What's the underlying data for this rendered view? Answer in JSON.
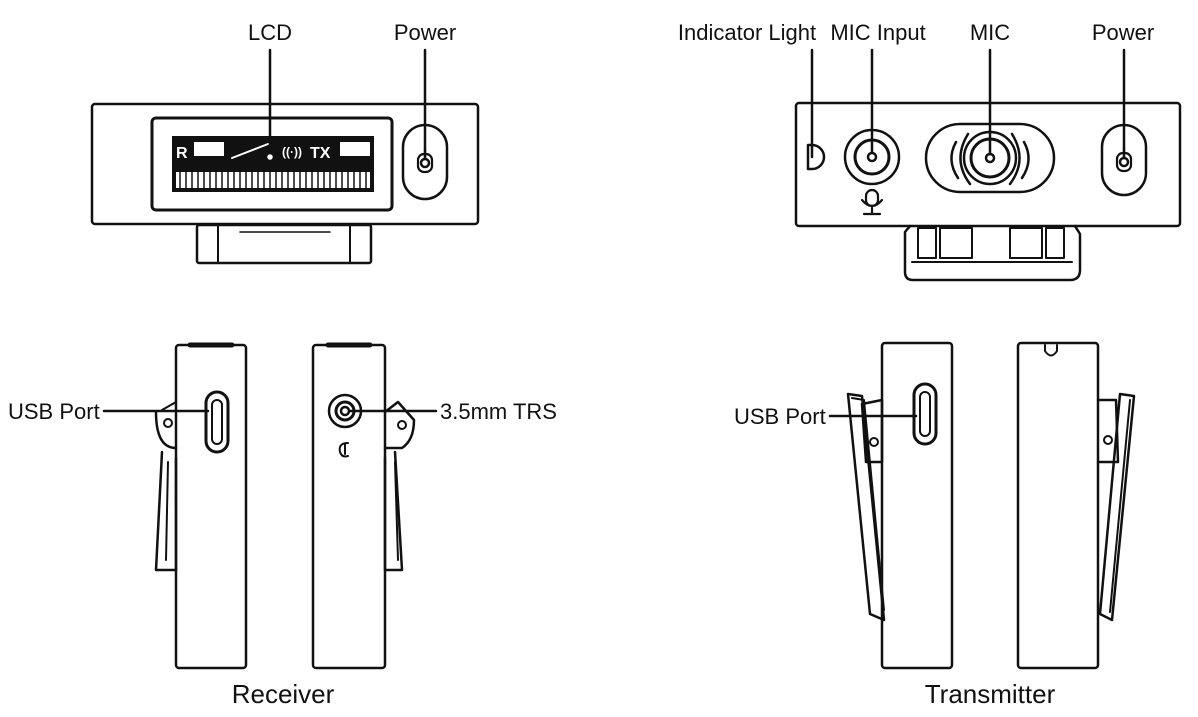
{
  "labels": {
    "lcd": "LCD",
    "rx_power": "Power",
    "indicator_light": "Indicator Light",
    "mic_input": "MIC Input",
    "mic": "MIC",
    "tx_power": "Power",
    "rx_usb_port": "USB Port",
    "trs": "3.5mm TRS",
    "tx_usb_port": "USB Port"
  },
  "captions": {
    "receiver": "Receiver",
    "transmitter": "Transmitter"
  },
  "lcd_screen": {
    "left_channel": "R",
    "right_channel": "TX"
  },
  "colors": {
    "line": "#111111",
    "background": "#ffffff"
  },
  "icons": [
    "power-icon",
    "microphone-icon",
    "headphone-icon",
    "usb-c-port"
  ]
}
